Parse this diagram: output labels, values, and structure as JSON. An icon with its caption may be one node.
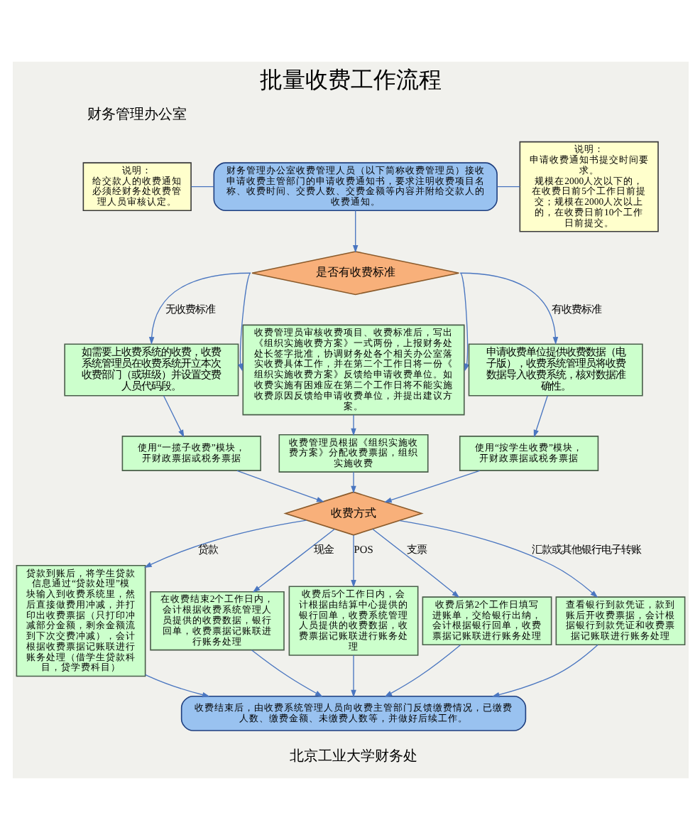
{
  "diagram": {
    "title": "批量收费工作流程",
    "nodes": [
      {
        "text": [
          "说明：",
          "给交款人的收费通知必须经财务处收费管理人员审核认定。"
        ]
      },
      {
        "text": [
          "财务管理办公室收费管理人员（以下简称收费管理员）接收申请收费主管部门的申请收费通知书，要求注明收费项目名称、收费时间、交费人数、交费金额等内容并附给交款人的收费通知。"
        ]
      },
      {
        "text": [
          "说明：",
          "申请收费通知书提交时间要求。",
          "规模在2000人次以下的，在收费日前5个工作日前提交；规模在2000人次以上的，在收费日前10个工作日前提交。"
        ]
      },
      {
        "text": [
          "是否有收费标准"
        ]
      },
      {
        "text": [
          "如需要上收费系统的收费，收费系统管理员在收费系统开立本次收费部门（或班级）并设置交费人员代码段。"
        ]
      },
      {
        "text": [
          "收费管理员审核收费项目、收费标准后，写出《组织实施收费方案》一式两份，上报财务处处长签字批准，协调财务处各个相关办公室落实收费具体工作，并在第二个工作日将一份《组织实施收费方案》反馈给申请收费单位。如收费实施有困难应在第二个工作日将不能实施收费原因反馈给申请收费单位，并提出建议方案。"
        ]
      },
      {
        "text": [
          "申请收费单位提供收费数据（电子版），收费系统管理员将收费数据导入收费系统，核对数据准确性。"
        ]
      },
      {
        "text": [
          "使用“一揽子收费”模块，开财政票据或税务票据"
        ]
      },
      {
        "text": [
          "收费管理员根据《组织实施收费方案》分配收费票据，组织实施收费"
        ]
      },
      {
        "text": [
          "使用“按学生收费”模块，开财政票据或税务票据"
        ]
      },
      {
        "text": [
          "收费方式"
        ]
      },
      {
        "text": [
          "贷款到账后，将学生贷款信息通过“贷款处理”模块输入到收费系统里，然后直接做费用冲减，并打印出收费票据（只打印冲减部分金额，剩余金额流到下次交费冲减），会计根据收费票据记账联进行账务处理（借学生贷款科目，贷学费科目）"
        ]
      },
      {
        "text": [
          "在收费结束2个工作日内，会计根据收费系统管理人员提供的收费数据，银行回单，收费票据记账联进行账务处理"
        ]
      },
      {
        "text": [
          "收费后5个工作日内，会计根据由结算中心提供的银行回单，收费系统管理人员提供的收费数据，收费票据记账联进行账务处理"
        ]
      },
      {
        "text": [
          "收费后第2个工作日填写进账单，交给银行出纳，会计根据银行回单，收费票据记账联进行账务处理"
        ]
      },
      {
        "text": [
          "查看银行到款凭证，款到账后开收费票据，会计根据银行到款凭证和收费票据记账联进行账务处理"
        ]
      },
      {
        "text": [
          "收费结束后，由收费系统管理人员向收费主管部门反馈缴费情况，已缴费人数、缴费金额、未缴费人数等，并做好后续工作。"
        ]
      }
    ],
    "edges": [
      {
        "from": 0,
        "to": 1,
        "arrow": "none"
      },
      {
        "from": 1,
        "to": 2,
        "arrow": "none"
      },
      {
        "from": 1,
        "to": 3,
        "arrow": "to"
      },
      {
        "from": 3,
        "to": 4,
        "arrow": "to",
        "label": "无收费标准"
      },
      {
        "from": 3,
        "to": 5,
        "arrow": "to"
      },
      {
        "from": 3,
        "to": 5,
        "arrow": "to"
      },
      {
        "from": 3,
        "to": 6,
        "arrow": "to",
        "label": "有收费标准"
      },
      {
        "from": 4,
        "to": 7,
        "arrow": "to"
      },
      {
        "from": 5,
        "to": 8,
        "arrow": "to"
      },
      {
        "from": 6,
        "to": 9,
        "arrow": "to"
      },
      {
        "from": 7,
        "to": 10,
        "arrow": "to"
      },
      {
        "from": 8,
        "to": 10,
        "arrow": "to"
      },
      {
        "from": 9,
        "to": 10,
        "arrow": "to"
      },
      {
        "from": 10,
        "to": 11,
        "arrow": "to",
        "label": "贷款"
      },
      {
        "from": 10,
        "to": 12,
        "arrow": "to",
        "label": "现金"
      },
      {
        "from": 10,
        "to": 13,
        "arrow": "to",
        "label": "POS"
      },
      {
        "from": 10,
        "to": 14,
        "arrow": "to",
        "label": "支票"
      },
      {
        "from": 10,
        "to": 15,
        "arrow": "to",
        "label": "汇款或其他银行电子转账"
      },
      {
        "from": 11,
        "to": 16,
        "arrow": "to"
      },
      {
        "from": 12,
        "to": 16,
        "arrow": "to"
      },
      {
        "from": 13,
        "to": 16,
        "arrow": "to"
      },
      {
        "from": 14,
        "to": 16,
        "arrow": "to"
      },
      {
        "from": 15,
        "to": 16,
        "arrow": "to"
      }
    ],
    "labels": [
      "财务管理办公室",
      "北京工业大学财务处"
    ]
  }
}
